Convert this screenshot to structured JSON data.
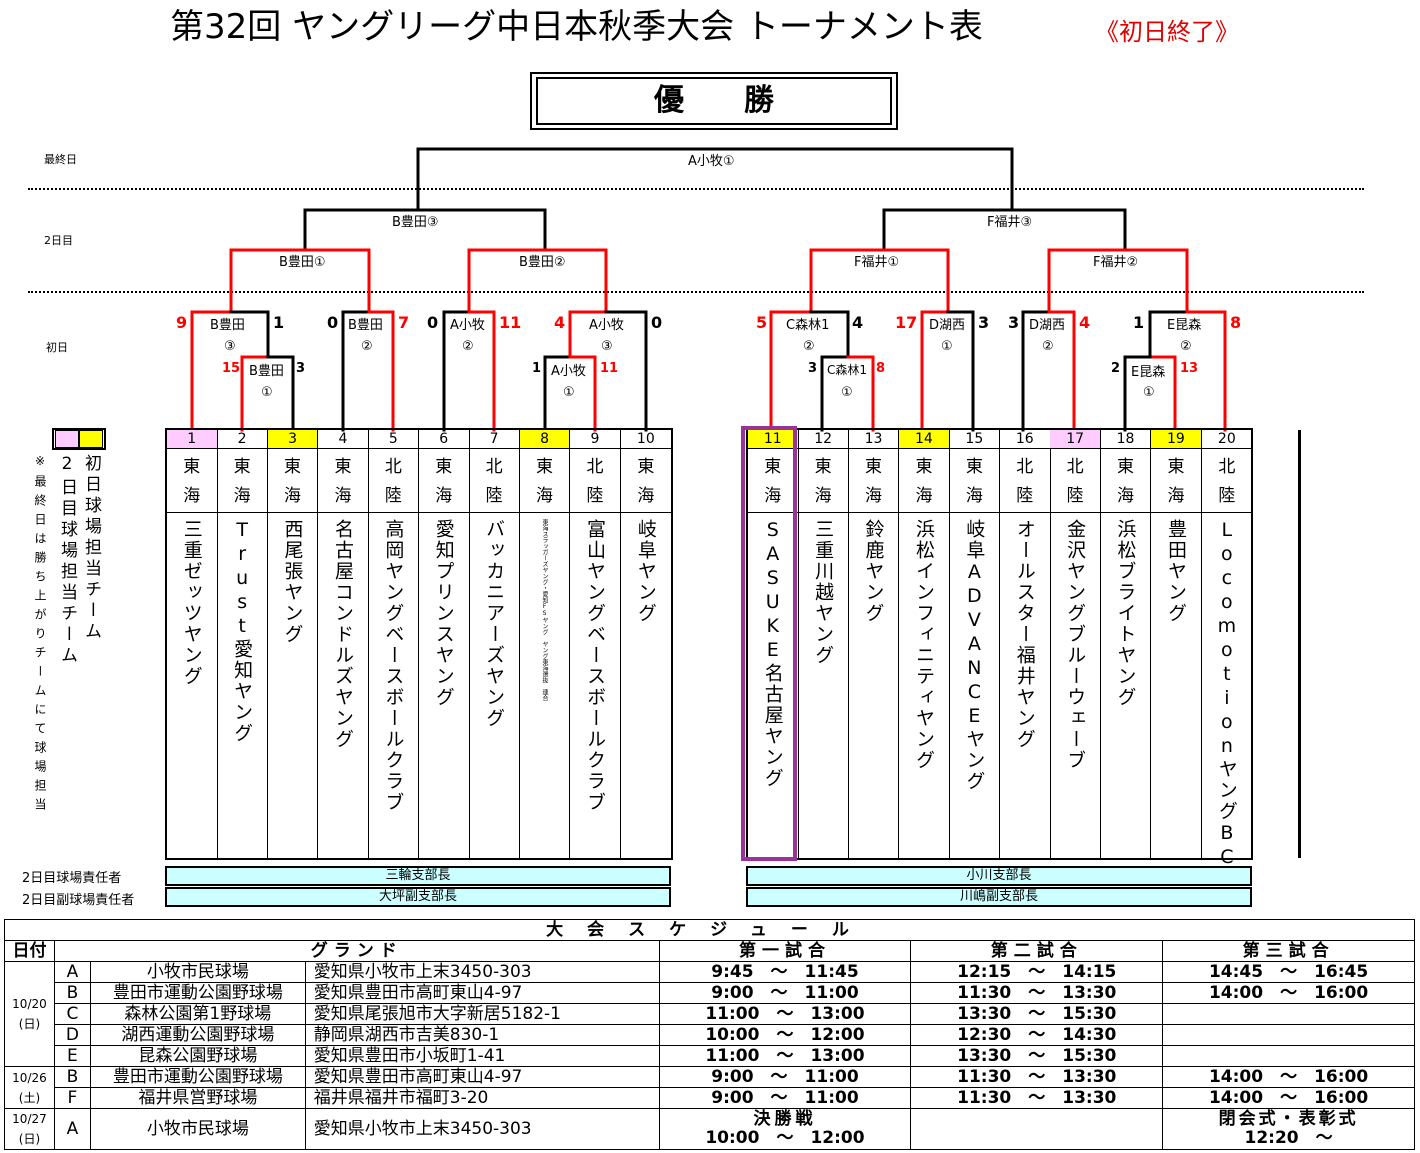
{
  "header": {
    "title": "第32回 ヤングリーグ中日本秋季大会 トーナメント表",
    "status": "《初日終了》",
    "champion": "優勝"
  },
  "round_labels": {
    "final": "最終日",
    "day2": "2日目",
    "day1": "初日"
  },
  "matches": {
    "final": "A小牧①",
    "semi_left": "B豊田③",
    "semi_right": "F福井③",
    "qf": [
      "B豊田①",
      "B豊田②",
      "F福井①",
      "F福井②"
    ],
    "r1": [
      {
        "label": "B豊田",
        "num": "③",
        "ls": "9",
        "rs": "1"
      },
      {
        "label": "B豊田",
        "num": "①",
        "ls": "15",
        "rs": "3"
      },
      {
        "label": "B豊田",
        "num": "②",
        "ls": "0",
        "rs": "7"
      },
      {
        "label": "A小牧",
        "num": "②",
        "ls": "0",
        "rs": "11"
      },
      {
        "label": "A小牧",
        "num": "③",
        "ls": "4",
        "rs": "0"
      },
      {
        "label": "A小牧",
        "num": "①",
        "ls": "1",
        "rs": "11"
      },
      {
        "label": "C森林1",
        "num": "②",
        "ls": "5",
        "rs": "4"
      },
      {
        "label": "C森林1",
        "num": "①",
        "ls": "3",
        "rs": "8"
      },
      {
        "label": "D湖西",
        "num": "①",
        "ls": "17",
        "rs": "3"
      },
      {
        "label": "D湖西",
        "num": "②",
        "ls": "3",
        "rs": "4"
      },
      {
        "label": "E昆森",
        "num": "②",
        "ls": "1",
        "rs": "8"
      },
      {
        "label": "E昆森",
        "num": "①",
        "ls": "2",
        "rs": "13"
      }
    ]
  },
  "teams": [
    {
      "num": "1",
      "region": "東\n海",
      "name": "三重ゼッツヤング",
      "hl": "pink"
    },
    {
      "num": "2",
      "region": "東\n海",
      "name": "Trust愛知ヤング",
      "hl": ""
    },
    {
      "num": "3",
      "region": "東\n海",
      "name": "西尾張ヤング",
      "hl": "yellow"
    },
    {
      "num": "4",
      "region": "東\n海",
      "name": "名古屋コンドルズヤング",
      "hl": ""
    },
    {
      "num": "5",
      "region": "北\n陸",
      "name": "高岡ヤングベースボールクラブ",
      "hl": ""
    },
    {
      "num": "6",
      "region": "東\n海",
      "name": "愛知プリンスヤング",
      "hl": ""
    },
    {
      "num": "7",
      "region": "北\n陸",
      "name": "バッカニアーズヤング",
      "hl": ""
    },
    {
      "num": "8",
      "region": "東\n海",
      "name": "東海スラッガーズヤング・愛知FSヤング　ヤング東海選抜　連合",
      "hl": "yellow",
      "small": true
    },
    {
      "num": "9",
      "region": "北\n陸",
      "name": "富山ヤングベースボールクラブ",
      "hl": ""
    },
    {
      "num": "10",
      "region": "東\n海",
      "name": "岐阜ヤング",
      "hl": ""
    },
    {
      "num": "11",
      "region": "東\n海",
      "name": "SASUKE名古屋ヤング",
      "hl": "yellow"
    },
    {
      "num": "12",
      "region": "東\n海",
      "name": "三重川越ヤング",
      "hl": ""
    },
    {
      "num": "13",
      "region": "東\n海",
      "name": "鈴鹿ヤング",
      "hl": ""
    },
    {
      "num": "14",
      "region": "東\n海",
      "name": "浜松インフィニティヤング",
      "hl": "yellow"
    },
    {
      "num": "15",
      "region": "東\n海",
      "name": "岐阜ADVANCEヤング",
      "hl": ""
    },
    {
      "num": "16",
      "region": "北\n陸",
      "name": "オールスター福井ヤング",
      "hl": ""
    },
    {
      "num": "17",
      "region": "北\n陸",
      "name": "金沢ヤングブルーウェーブ",
      "hl": "pink"
    },
    {
      "num": "18",
      "region": "東\n海",
      "name": "浜松ブライトヤング",
      "hl": ""
    },
    {
      "num": "19",
      "region": "東\n海",
      "name": "豊田ヤング",
      "hl": "yellow"
    },
    {
      "num": "20",
      "region": "北\n陸",
      "name": "LocomotionヤングBC",
      "hl": ""
    }
  ],
  "legend": {
    "note1": "初日球場担当チーム",
    "note2": "2日目球場担当チーム",
    "note3": "※最終日は勝ち上がりチームにて球場担当"
  },
  "responsible": {
    "label1": "2日目球場責任者",
    "label2": "2日目副球場責任者",
    "left1": "三輪支部長",
    "left2": "大坪副支部長",
    "right1": "小川支部長",
    "right2": "川嶋副支部長"
  },
  "schedule": {
    "title": "大会スケジュール",
    "headers": [
      "日付",
      "グランド",
      "第一試合",
      "第二試合",
      "第三試合"
    ],
    "d1": "10/20",
    "d1w": "(日)",
    "d2": "10/26",
    "d2w": "(土)",
    "d3": "10/27",
    "d3w": "(日)",
    "rows": [
      {
        "code": "A",
        "ground": "小牧市民球場",
        "addr": "愛知県小牧市上末3450-303",
        "g1": "9:45　～　11:45",
        "g2": "12:15　～　14:15",
        "g3": "14:45　～　16:45"
      },
      {
        "code": "B",
        "ground": "豊田市運動公園野球場",
        "addr": "愛知県豊田市高町東山4-97",
        "g1": "9:00　～　11:00",
        "g2": "11:30　～　13:30",
        "g3": "14:00　～　16:00"
      },
      {
        "code": "C",
        "ground": "森林公園第1野球場",
        "addr": "愛知県尾張旭市大字新居5182-1",
        "g1": "11:00　～　13:00",
        "g2": "13:30　～　15:30",
        "g3": ""
      },
      {
        "code": "D",
        "ground": "湖西運動公園野球場",
        "addr": "静岡県湖西市吉美830-1",
        "g1": "10:00　～　12:00",
        "g2": "12:30　～　14:30",
        "g3": ""
      },
      {
        "code": "E",
        "ground": "昆森公園野球場",
        "addr": "愛知県豊田市小坂町1-41",
        "g1": "11:00　～　13:00",
        "g2": "13:30　～　15:30",
        "g3": ""
      },
      {
        "code": "B",
        "ground": "豊田市運動公園野球場",
        "addr": "愛知県豊田市高町東山4-97",
        "g1": "9:00　～　11:00",
        "g2": "11:30　～　13:30",
        "g3": "14:00　～　16:00"
      },
      {
        "code": "F",
        "ground": "福井県営野球場",
        "addr": "福井県福井市福町3-20",
        "g1": "9:00　～　11:00",
        "g2": "11:30　～　13:30",
        "g3": "14:00　～　16:00"
      }
    ],
    "final": {
      "code": "A",
      "ground": "小牧市民球場",
      "addr": "愛知県小牧市上末3450-303",
      "g1a": "決勝戦",
      "g1b": "10:00　～　12:00",
      "g3a": "閉会式・表彰式",
      "g3b": "12:20　～"
    }
  },
  "colors": {
    "win": "#ff0000",
    "pink": "#ffccff",
    "yellow": "#ffff00",
    "cyan": "#ccffff",
    "purple": "#993399"
  }
}
